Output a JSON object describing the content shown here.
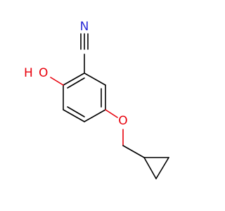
{
  "molecule": {
    "atoms": {
      "nitrogen": "N",
      "hydroxyl_h": "H",
      "hydroxyl_o": "O",
      "ether_o": "O"
    },
    "colors": {
      "bond": "#000000",
      "oxygen": "#e8000b",
      "nitrogen": "#2a2ad6"
    }
  }
}
